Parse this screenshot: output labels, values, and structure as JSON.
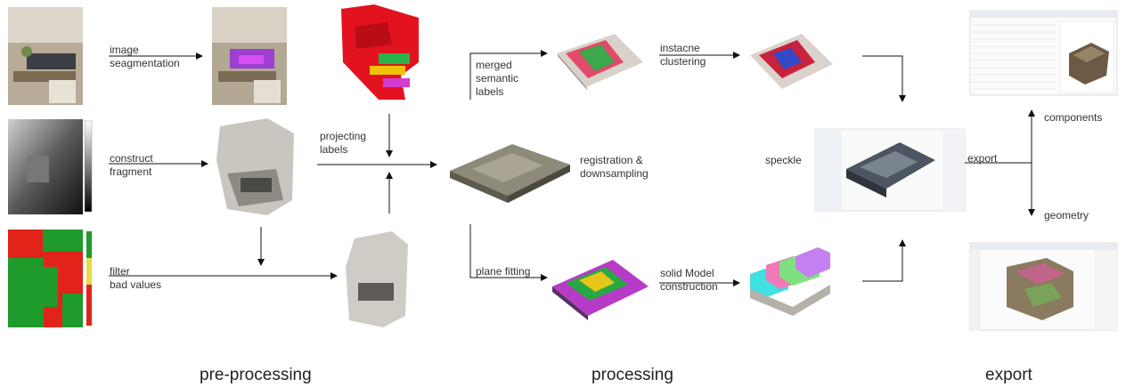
{
  "steps": {
    "image_segmentation": [
      "image",
      "seagmentation"
    ],
    "construct_fragment": [
      "construct",
      "fragment"
    ],
    "filter_bad_values": [
      "filter",
      "bad values"
    ],
    "projecting_labels": [
      "projecting",
      "labels"
    ],
    "merged_semantic_labels": [
      "merged",
      "semantic",
      "labels"
    ],
    "instance_clustering": [
      "instacne",
      "clustering"
    ],
    "registration_downsampling": [
      "registration &",
      "downsampling"
    ],
    "plane_fitting": "plane fitting",
    "solid_model_construction": [
      "solid Model",
      "construction"
    ],
    "speckle": "speckle",
    "export_arrow": "export",
    "components": "components",
    "geometry": "geometry"
  },
  "stages": {
    "pre_processing": "pre-processing",
    "processing": "processing",
    "export": "export"
  }
}
